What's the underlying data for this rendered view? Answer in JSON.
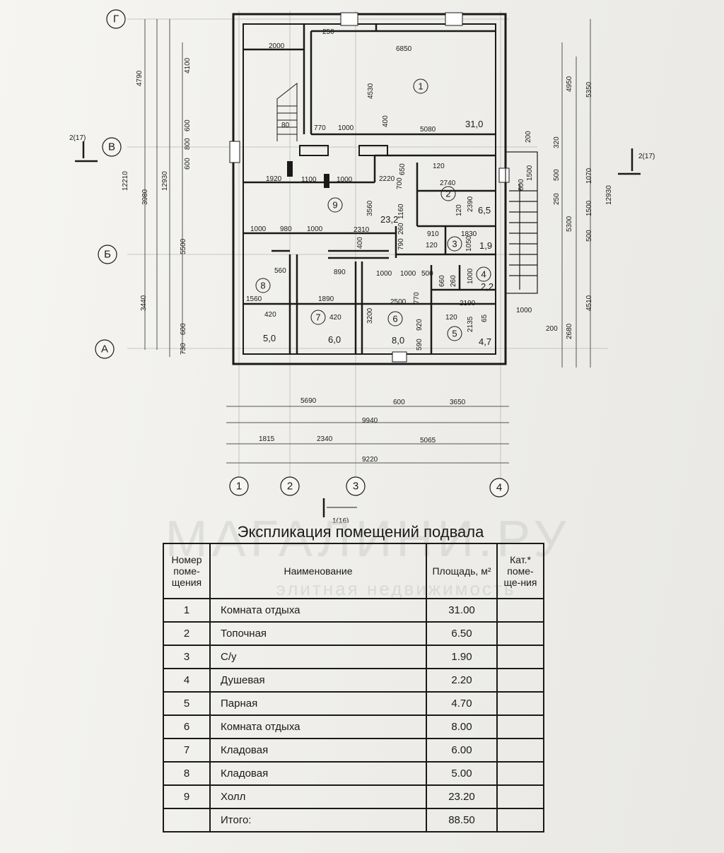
{
  "plan": {
    "axes_letters": [
      {
        "label": "Г"
      },
      {
        "label": "В"
      },
      {
        "label": "Б"
      },
      {
        "label": "А"
      }
    ],
    "axes_numbers": [
      {
        "label": "1"
      },
      {
        "label": "2"
      },
      {
        "label": "3"
      },
      {
        "label": "4"
      }
    ],
    "section_marks": {
      "left": "2(17)",
      "right": "2(17)",
      "bottom": "1(16)"
    },
    "dims_bottom": {
      "row1": [
        "5690",
        "600",
        "3650"
      ],
      "row2": "9940",
      "row3": [
        "1815",
        "2340",
        "5065"
      ],
      "row4": "9220"
    },
    "dims_left": {
      "outer": "12210",
      "mid": "12930",
      "seg_a": "4790",
      "seg_b": "3980",
      "seg_c": "3440",
      "a1": "4100",
      "a2": "600",
      "a3": "800",
      "a4": "600",
      "a5": "5500",
      "a6": "600",
      "a7": "730"
    },
    "dims_right": {
      "outer": "12930",
      "seg_a": "4950",
      "seg_b": "5350",
      "seg_c": "5300",
      "seg_d": "4510",
      "seg_e": "2680",
      "r1": "320",
      "r2": "500",
      "r3": "1070",
      "r4": "250",
      "r5": "1500",
      "r6": "500",
      "r7": "1500",
      "r8": "200",
      "r9": "1000",
      "r10": "200"
    },
    "dims_inner": [
      "2000",
      "250",
      "6850",
      "4530",
      "80",
      "770",
      "1000",
      "400",
      "5080",
      "1920",
      "1100",
      "1000",
      "2220",
      "650",
      "120",
      "2740",
      "700",
      "2390",
      "3560",
      "1160",
      "120",
      "260",
      "910",
      "1830",
      "1000",
      "980",
      "1000",
      "2310",
      "400",
      "790",
      "120",
      "1050",
      "560",
      "890",
      "1000",
      "1000",
      "500",
      "1560",
      "660",
      "260",
      "1000",
      "420",
      "1890",
      "420",
      "2500",
      "770",
      "120",
      "2190",
      "65",
      "3200",
      "920",
      "2135",
      "590",
      "600"
    ],
    "rooms": [
      {
        "num": "1",
        "area": "31,0"
      },
      {
        "num": "2",
        "area": "6,5"
      },
      {
        "num": "3",
        "area": "1,9"
      },
      {
        "num": "4",
        "area": "2,2"
      },
      {
        "num": "5",
        "area": "4,7"
      },
      {
        "num": "6",
        "area": "8,0"
      },
      {
        "num": "7",
        "area": "6,0"
      },
      {
        "num": "8",
        "area": "5,0"
      },
      {
        "num": "9",
        "area": "23,2"
      }
    ]
  },
  "watermark": {
    "main": "МАГАЛИНИ.РУ",
    "sub": "элитная недвижимость"
  },
  "explication": {
    "title": "Экспликация помещений подвала",
    "headers": {
      "num": "Номер поме-щения",
      "name": "Наименование",
      "area": "Площадь, м²",
      "cat": "Кат.* поме-ще-ния"
    },
    "rows": [
      {
        "num": "1",
        "name": "Комната отдыха",
        "area": "31.00",
        "cat": ""
      },
      {
        "num": "2",
        "name": "Топочная",
        "area": "6.50",
        "cat": ""
      },
      {
        "num": "3",
        "name": "С/у",
        "area": "1.90",
        "cat": ""
      },
      {
        "num": "4",
        "name": "Душевая",
        "area": "2.20",
        "cat": ""
      },
      {
        "num": "5",
        "name": "Парная",
        "area": "4.70",
        "cat": ""
      },
      {
        "num": "6",
        "name": "Комната отдыха",
        "area": "8.00",
        "cat": ""
      },
      {
        "num": "7",
        "name": "Кладовая",
        "area": "6.00",
        "cat": ""
      },
      {
        "num": "8",
        "name": "Кладовая",
        "area": "5.00",
        "cat": ""
      },
      {
        "num": "9",
        "name": "Холл",
        "area": "23.20",
        "cat": ""
      }
    ],
    "total": {
      "label": "Итого:",
      "area": "88.50"
    }
  }
}
